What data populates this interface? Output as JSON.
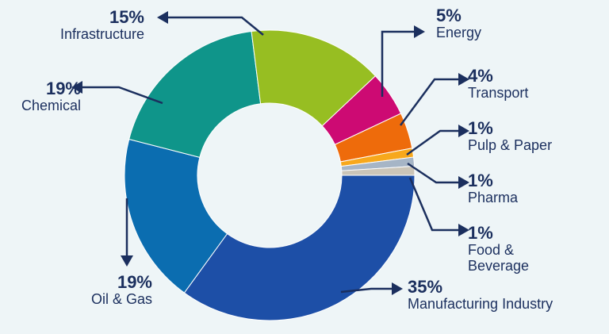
{
  "chart_data": {
    "type": "pie",
    "donut": true,
    "categories": [
      "Manufacturing Industry",
      "Oil & Gas",
      "Chemical",
      "Infrastructure",
      "Energy",
      "Transport",
      "Pulp & Paper",
      "Pharma",
      "Food & Beverage"
    ],
    "values": [
      35,
      19,
      19,
      15,
      5,
      4,
      1,
      1,
      1
    ],
    "labels": [
      "35%",
      "19%",
      "19%",
      "15%",
      "5%",
      "4%",
      "1%",
      "1%",
      "1%"
    ],
    "name_lines": [
      [
        "Manufacturing Industry"
      ],
      [
        "Oil & Gas"
      ],
      [
        "Chemical"
      ],
      [
        "Infrastructure"
      ],
      [
        "Energy"
      ],
      [
        "Transport"
      ],
      [
        "Pulp & Paper"
      ],
      [
        "Pharma"
      ],
      [
        "Food &",
        "Beverage"
      ]
    ],
    "colors": [
      "#1d4fa7",
      "#0b6db0",
      "#0f958a",
      "#97be22",
      "#cd0a73",
      "#ee6b0b",
      "#f7a81c",
      "#a6b5c6",
      "#cbc5b8"
    ],
    "unit": "%"
  }
}
